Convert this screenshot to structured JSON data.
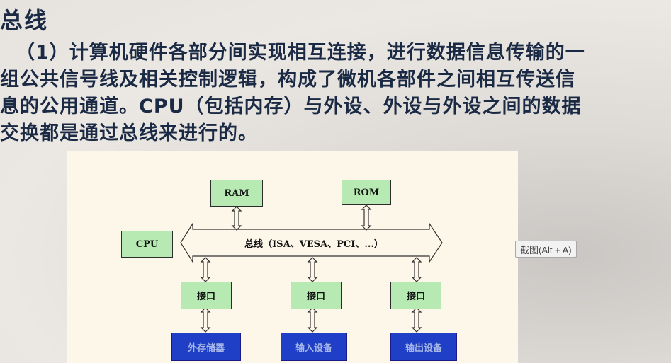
{
  "heading": "总线",
  "paragraph_lines": [
    "（1）计算机硬件各部分间实现相互连接，进行数据信息传输的一",
    "组公共信号线及相关控制逻辑，构成了微机各部件之间相互传送信",
    "息的公用通道。CPU（包括内存）与外设、外设与外设之间的数据",
    "交换都是通过总线来进行的。"
  ],
  "diagram": {
    "ram": "RAM",
    "rom": "ROM",
    "cpu": "CPU",
    "bus": "总线（ISA、VESA、PCI、...）",
    "interfaces": [
      "接口",
      "接口",
      "接口"
    ],
    "devices": [
      "外存储器",
      "输入设备",
      "输出设备"
    ]
  },
  "tooltip": "截图(Alt + A)"
}
